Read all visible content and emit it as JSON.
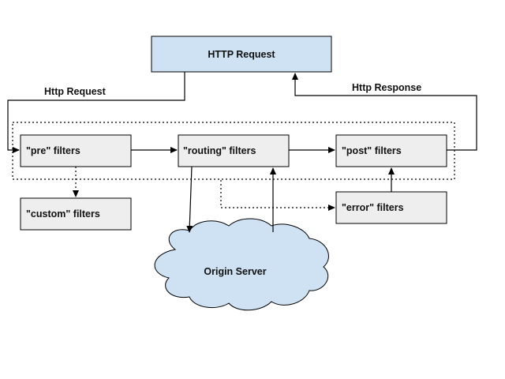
{
  "nodes": {
    "http_request": {
      "label": "HTTP Request"
    },
    "pre": {
      "label": "\"pre\" filters"
    },
    "routing": {
      "label": "\"routing\" filters"
    },
    "post": {
      "label": "\"post\" filters"
    },
    "custom": {
      "label": "\"custom\" filters"
    },
    "error": {
      "label": "\"error\" filters"
    },
    "origin": {
      "label": "Origin Server"
    }
  },
  "edges": {
    "incoming_label": "Http Request",
    "outgoing_label": "Http Response"
  },
  "colors": {
    "top_box_fill": "#cfe2f3",
    "filter_box_fill": "#eeeeee",
    "cloud_fill": "#cfe2f3",
    "stroke": "#000000"
  }
}
